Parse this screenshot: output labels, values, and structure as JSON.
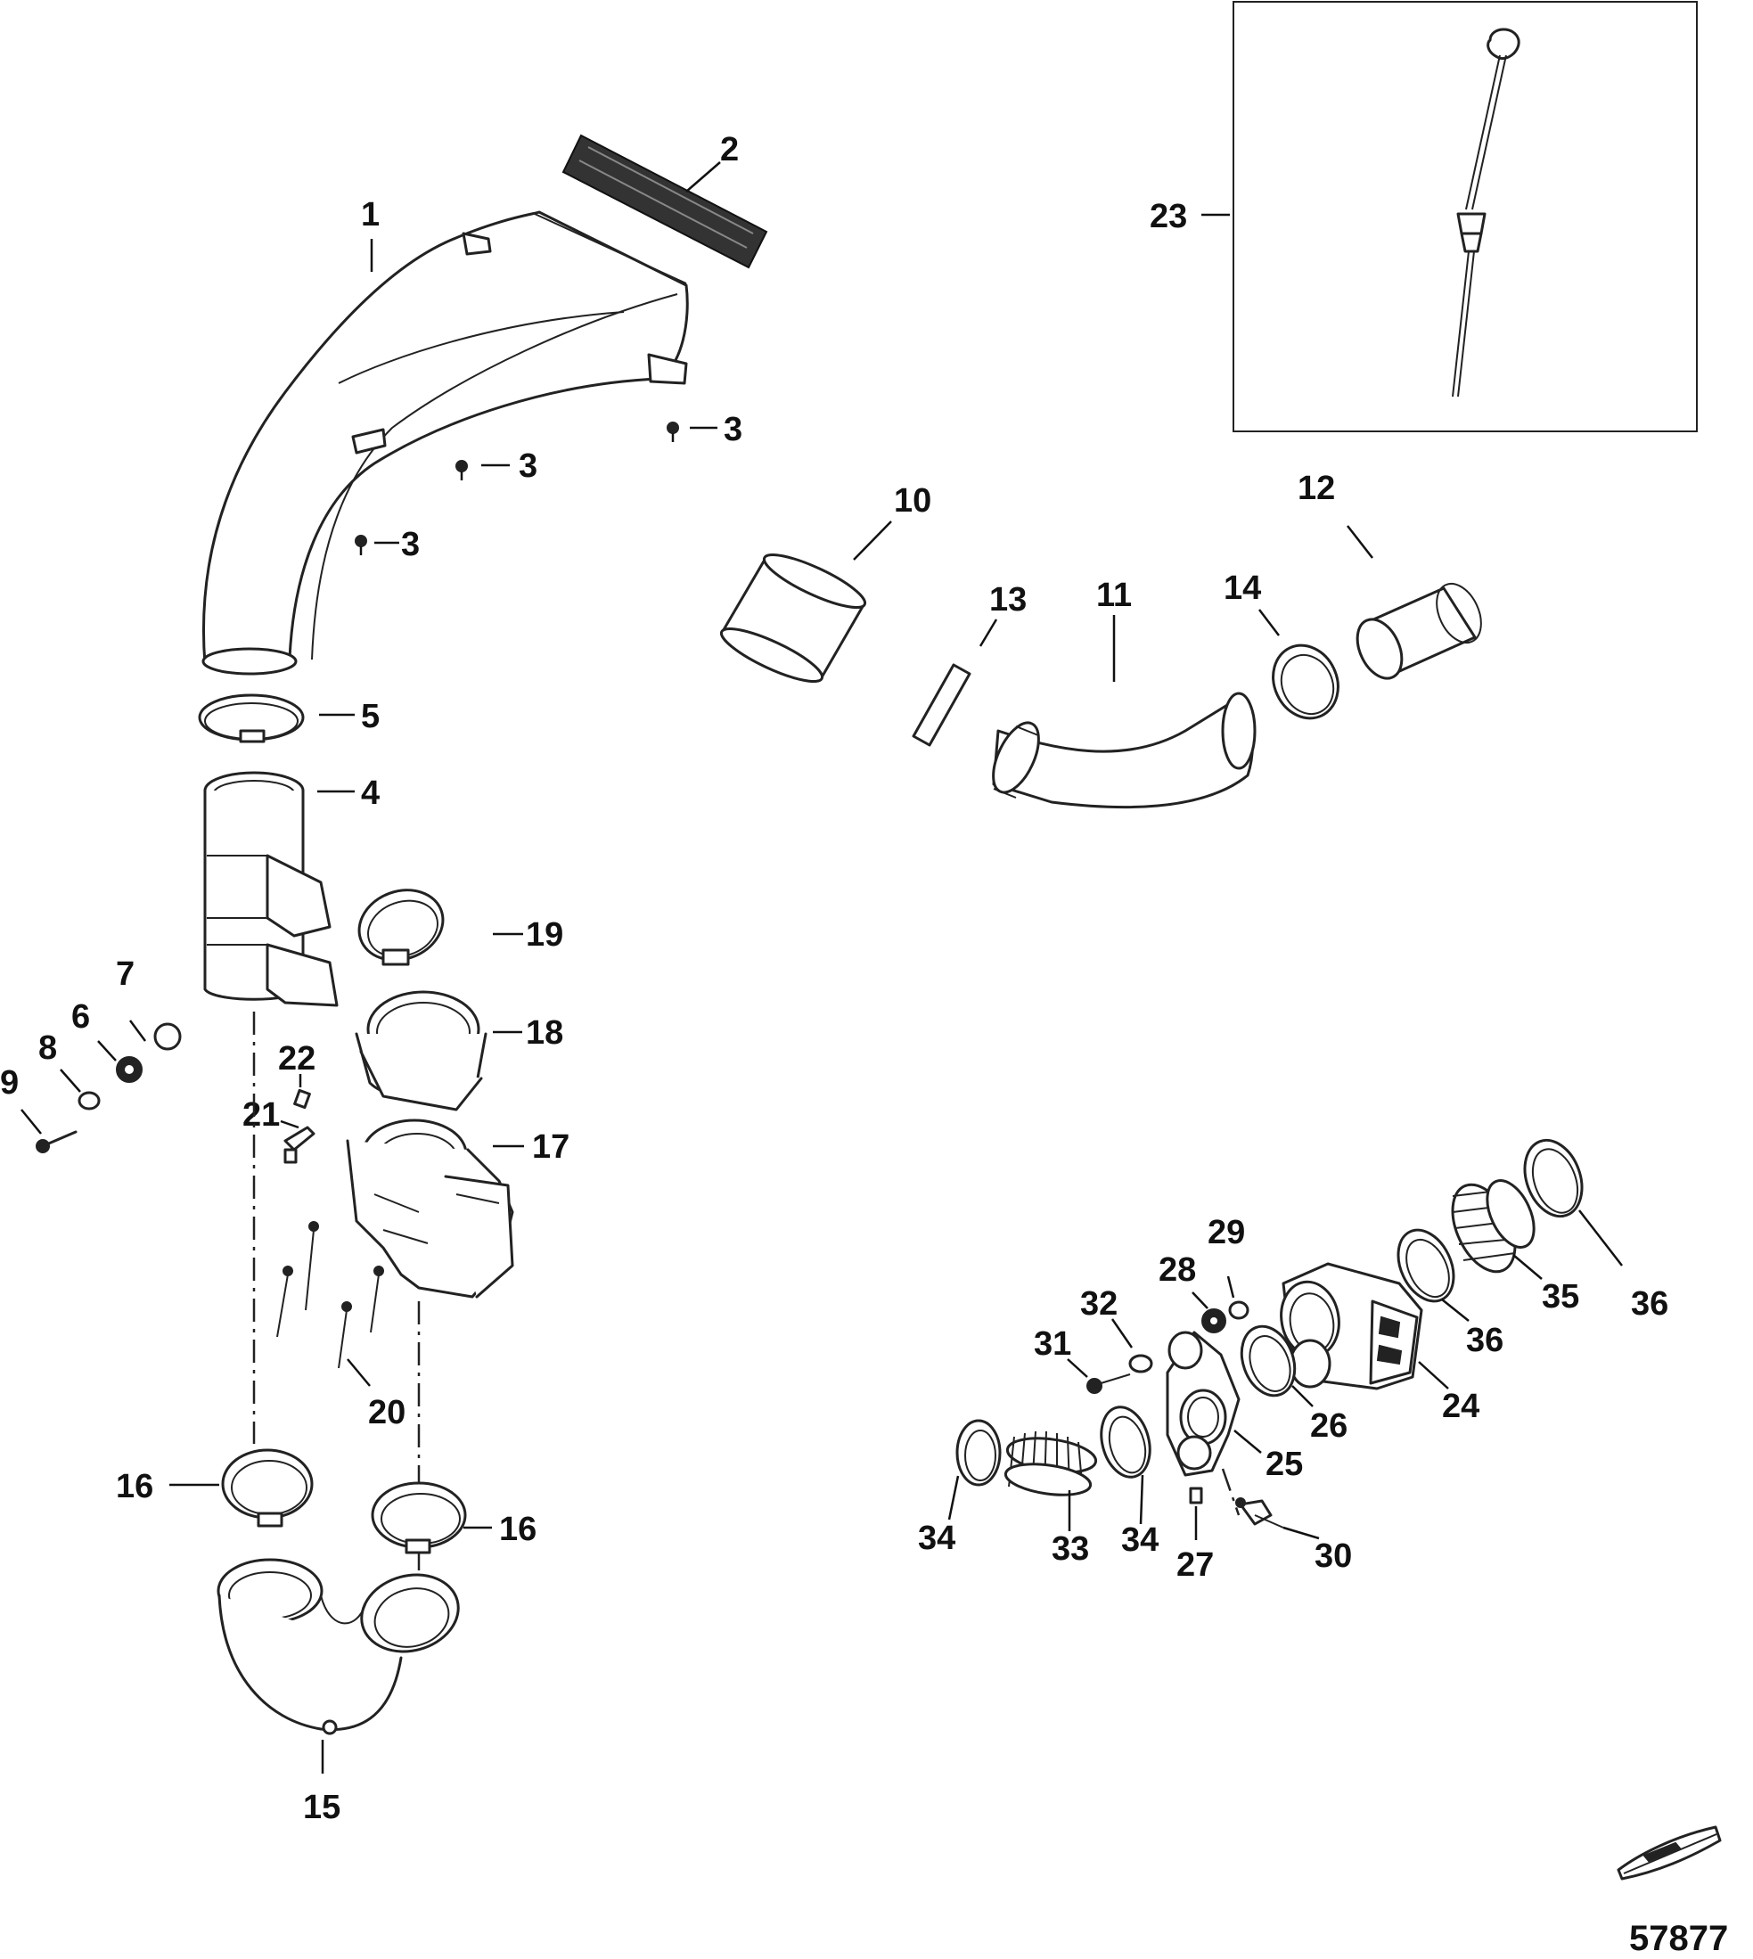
{
  "diagram": {
    "drawing_number": "57877",
    "callouts": [
      "1",
      "2",
      "3",
      "4",
      "5",
      "6",
      "7",
      "8",
      "9",
      "10",
      "11",
      "12",
      "13",
      "14",
      "15",
      "16",
      "17",
      "18",
      "19",
      "20",
      "21",
      "22",
      "23",
      "24",
      "25",
      "26",
      "27",
      "28",
      "29",
      "30",
      "31",
      "32",
      "33",
      "34",
      "35",
      "36"
    ]
  },
  "labels": {
    "c1": "1",
    "c2": "2",
    "c3a": "3",
    "c3b": "3",
    "c3c": "3",
    "c4": "4",
    "c5": "5",
    "c6": "6",
    "c7": "7",
    "c8": "8",
    "c9": "9",
    "c10": "10",
    "c11": "11",
    "c12": "12",
    "c13": "13",
    "c14": "14",
    "c15": "15",
    "c16a": "16",
    "c16b": "16",
    "c17": "17",
    "c18": "18",
    "c19": "19",
    "c20": "20",
    "c21": "21",
    "c22": "22",
    "c23": "23",
    "c24": "24",
    "c25": "25",
    "c26": "26",
    "c27": "27",
    "c28": "28",
    "c29": "29",
    "c30": "30",
    "c31": "31",
    "c32": "32",
    "c33": "33",
    "c34a": "34",
    "c34b": "34",
    "c35": "35",
    "c36a": "36",
    "c36b": "36"
  },
  "icons": {
    "hull": "boat-hull-orientation-icon"
  }
}
